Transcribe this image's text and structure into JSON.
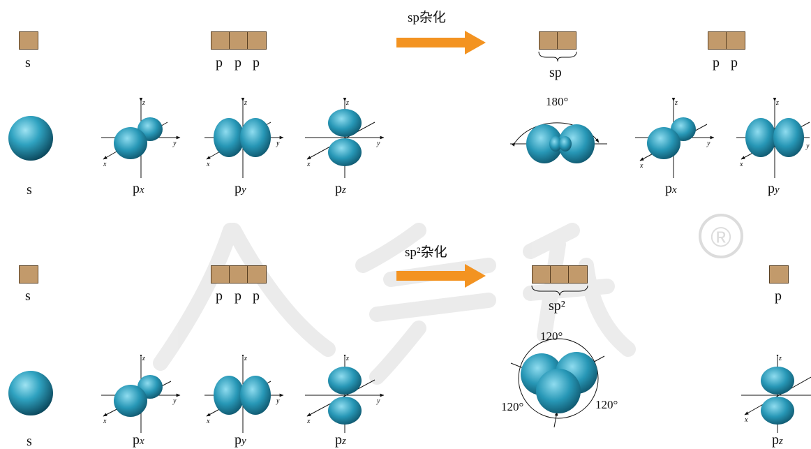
{
  "colors": {
    "orbital_light": "#7fd3e6",
    "orbital_mid": "#2a9ab8",
    "orbital_dark": "#0c4a60",
    "box_fill": "#c29a6b",
    "box_border": "#5a4022",
    "arrow": "#f39321",
    "watermark": "#d9d9d9"
  },
  "axis_labels": {
    "x": "x",
    "y": "y",
    "z": "z"
  },
  "watermark": {
    "registered_mark": "®"
  },
  "row1": {
    "hybridization_label": "sp杂化",
    "box_s_label": "s",
    "box_ppp_labels": [
      "p",
      "p",
      "p"
    ],
    "box_sp_label": "sp",
    "box_pp_labels": [
      "p",
      "p"
    ],
    "angle_label": "180°",
    "orbitals": {
      "s": {
        "label": "s"
      },
      "px": {
        "label": "p",
        "sub": "x"
      },
      "py": {
        "label": "p",
        "sub": "y"
      },
      "pz": {
        "label": "p",
        "sub": "z"
      },
      "px_after": {
        "label": "p",
        "sub": "x"
      },
      "py_after": {
        "label": "p",
        "sub": "y"
      }
    }
  },
  "row2": {
    "hybridization_label": "sp²杂化",
    "box_s_label": "s",
    "box_ppp_labels": [
      "p",
      "p",
      "p"
    ],
    "box_sp2_label": "sp²",
    "box_p_label": "p",
    "angle_labels": [
      "120°",
      "120°",
      "120°"
    ],
    "orbitals": {
      "s": {
        "label": "s"
      },
      "px": {
        "label": "p",
        "sub": "x"
      },
      "py": {
        "label": "p",
        "sub": "y"
      },
      "pz": {
        "label": "p",
        "sub": "z"
      },
      "pz_after": {
        "label": "p",
        "sub": "z"
      }
    }
  }
}
